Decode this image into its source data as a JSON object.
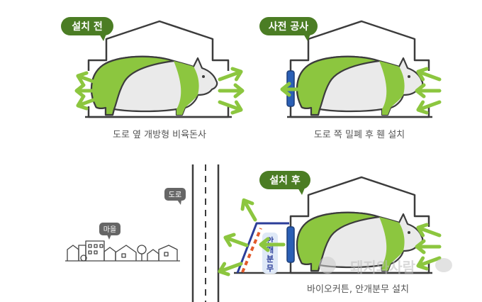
{
  "panels": {
    "before": {
      "badge": "설치 전",
      "caption": "도로 옆 개방형 비육돈사"
    },
    "prework": {
      "badge": "사전 공사",
      "caption": "도로 쪽 밀폐 후 휀 설치"
    },
    "after": {
      "badge": "설치 후",
      "caption": "바이오커튼, 안개분무 설치",
      "curtain_label": "안개분무"
    }
  },
  "map": {
    "road_tag": "도로",
    "village_tag": "마을"
  },
  "watermark": "돼지와사람",
  "colors": {
    "badge": "#4b7d24",
    "arrow": "#8cc63f",
    "pig_green": "#8cc63f",
    "pig_body": "#eaeaea",
    "outline": "#3c3c3c",
    "fan": "#2a5fb5",
    "curtain": "#2b3d99",
    "dashes": "#e25a2b",
    "tag_gray": "#666666"
  }
}
